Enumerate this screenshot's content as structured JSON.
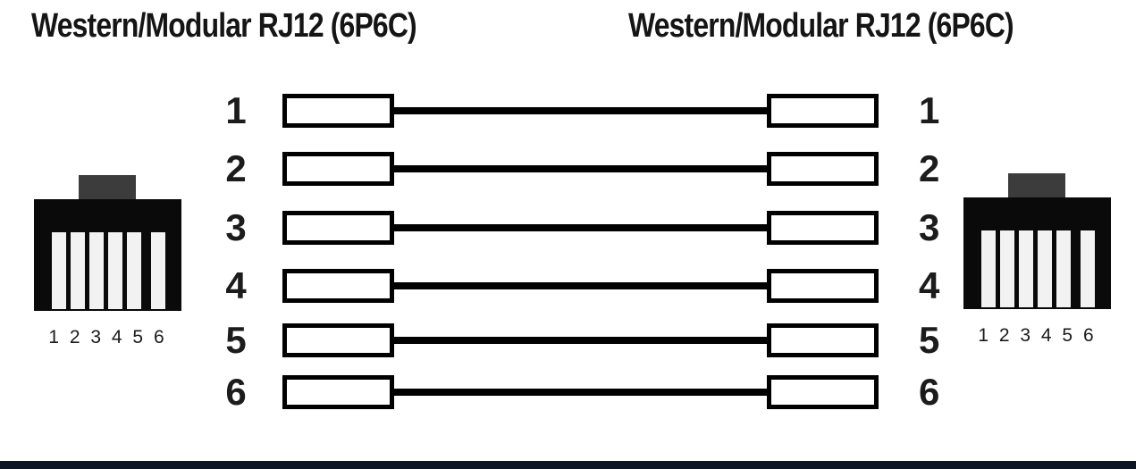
{
  "titles": {
    "left": "Western/Modular RJ12 (6P6C)",
    "right": "Western/Modular RJ12 (6P6C)"
  },
  "connectors": {
    "left": {
      "type": "RJ12 6P6C jack face",
      "pin_labels": "1 2 3 4 5 6"
    },
    "right": {
      "type": "RJ12 6P6C jack face",
      "pin_labels": "1 2 3 4 5 6"
    }
  },
  "wiring": {
    "description": "straight-through pin-to-pin",
    "rows": [
      {
        "left_pin": "1",
        "right_pin": "1"
      },
      {
        "left_pin": "2",
        "right_pin": "2"
      },
      {
        "left_pin": "3",
        "right_pin": "3"
      },
      {
        "left_pin": "4",
        "right_pin": "4"
      },
      {
        "left_pin": "5",
        "right_pin": "5"
      },
      {
        "left_pin": "6",
        "right_pin": "6"
      }
    ]
  },
  "colors": {
    "background": "#ffffff",
    "wire": "#000000",
    "terminal_border": "#000000",
    "connector_body": "#0a0a0a",
    "connector_tab": "#3c3c3c",
    "pin_slot": "#f2f2f2",
    "bottom_bar": "#0d1624",
    "text": "#151515"
  }
}
